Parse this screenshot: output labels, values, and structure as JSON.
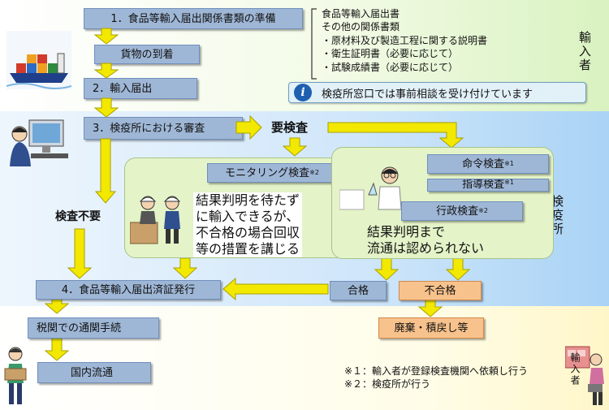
{
  "steps": {
    "s1": "1．食品等輸入届出関係書類の準備",
    "arrival": "貨物の到着",
    "s2": "2．輸入届出",
    "s3": "3．検疫所における審査",
    "s4": "4．食品等輸入届出済証発行",
    "customs": "税関での通関手続",
    "domestic": "国内流通"
  },
  "documents": {
    "line1": "食品等輸入届出書",
    "line2": "その他の関係書類",
    "items": [
      "・原材料及び製造工程に関する説明書",
      "・衛生証明書（必要に応じて）",
      "・試験成績書（必要に応じて）"
    ]
  },
  "info_message": "検疫所窓口では事前相談を受け付けています",
  "info_icon": "info-icon",
  "inspection_required": "要検査",
  "inspection_not_required": "検査不要",
  "monitoring": {
    "label": "モニタリング検査",
    "mark": "※2",
    "text": [
      "結果判明を待たず",
      "に輸入できるが、",
      "不合格の場合回収",
      "等の措置を講じる"
    ]
  },
  "ordered": {
    "label1": "命令検査",
    "mark1": "※1",
    "label2": "指導検査",
    "mark2": "※1",
    "label3": "行政検査",
    "mark3": "※2",
    "text": [
      "結果判明まで",
      "流通は認められない"
    ]
  },
  "pass": "合格",
  "fail": "不合格",
  "disposal": "廃棄・積戻し等",
  "side_labels": {
    "importer_top": "輸入者",
    "quarantine": "検疫所",
    "importer_bottom": "輸入者"
  },
  "notes": [
    "※１：輸入者が登録検査機関へ依頼し行う",
    "※２：検疫所が行う"
  ],
  "colors": {
    "box": "#9fb7d6",
    "arrow": "#f2e800",
    "orange": "#f8c28c",
    "panel": "#e4f3c8"
  }
}
